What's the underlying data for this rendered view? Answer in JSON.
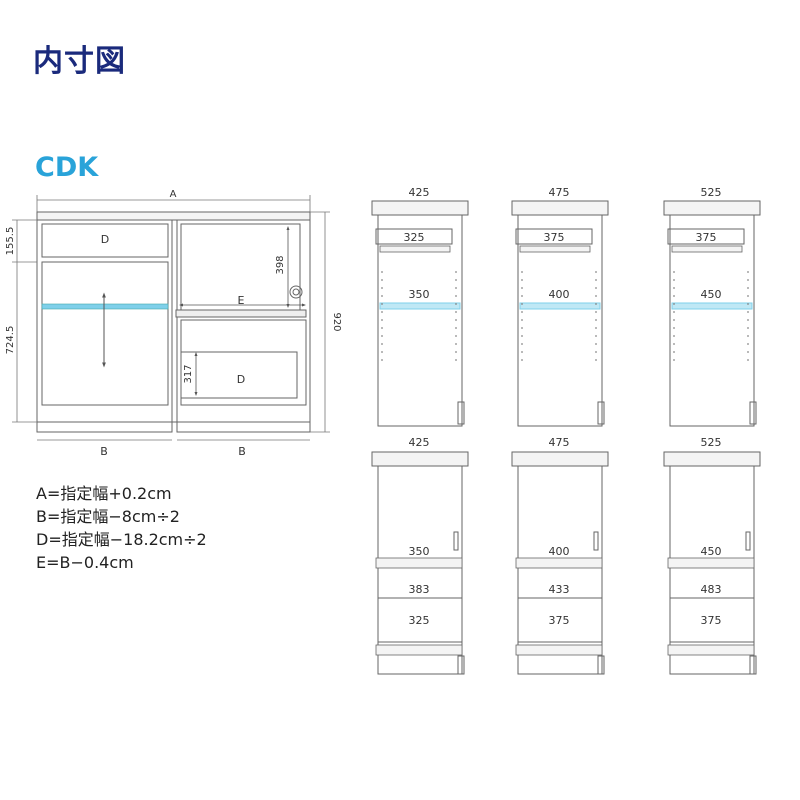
{
  "page": {
    "title": "内寸図",
    "subtitle": "CDK",
    "title_color": "#1a2a7c",
    "subtitle_color": "#29a3d9",
    "shelf_accent_color": "#7fd0ea"
  },
  "front": {
    "width_label": "A",
    "left_door_width_label": "B",
    "right_door_width_label": "B",
    "top_height_label": "155.5",
    "lower_height_label": "724.5",
    "total_height_label": "920",
    "drawer_top_label": "D",
    "drawer_bottom_label": "D",
    "opening_height_label": "398",
    "shelf_label": "E",
    "drawer_height_label": "317"
  },
  "formulas": [
    "A=指定幅+0.2cm",
    "B=指定幅−8cm÷2",
    "D=指定幅−18.2cm÷2",
    "E=B−0.4cm"
  ],
  "side_upper": [
    {
      "width": "425",
      "drawer": "325",
      "shelf": "350"
    },
    {
      "width": "475",
      "drawer": "375",
      "shelf": "400"
    },
    {
      "width": "525",
      "drawer": "375",
      "shelf": "450"
    }
  ],
  "side_lower": [
    {
      "width": "425",
      "shelf": "350",
      "drawer_outer": "383",
      "drawer_inner": "325"
    },
    {
      "width": "475",
      "shelf": "400",
      "drawer_outer": "433",
      "drawer_inner": "375"
    },
    {
      "width": "525",
      "shelf": "450",
      "drawer_outer": "483",
      "drawer_inner": "375"
    }
  ]
}
